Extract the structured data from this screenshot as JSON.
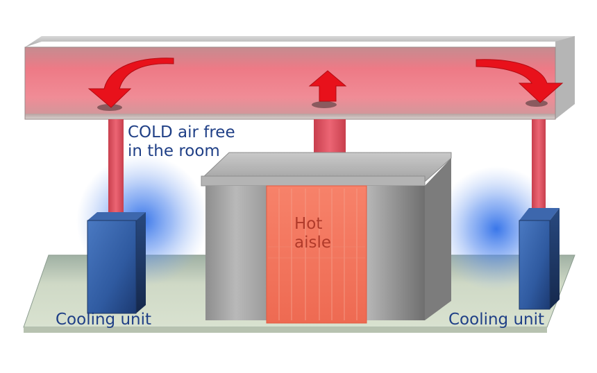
{
  "labels": {
    "cold_air": [
      "COLD air free",
      "in the room"
    ],
    "hot_aisle": [
      "Hot",
      "aisle"
    ],
    "cooling_unit_left": "Cooling unit",
    "cooling_unit_right": "Cooling unit"
  },
  "colors": {
    "label_blue": "#1f3f86",
    "label_hot": "#b03a2a",
    "duct_red": "#e2505f",
    "arrow_red": "#e8111b",
    "cooling_blue": "#2f5fae",
    "cold_glow": "#2f6fe8",
    "server_gray": "#a0a0a0",
    "floor_green": "#cfd9c6"
  }
}
